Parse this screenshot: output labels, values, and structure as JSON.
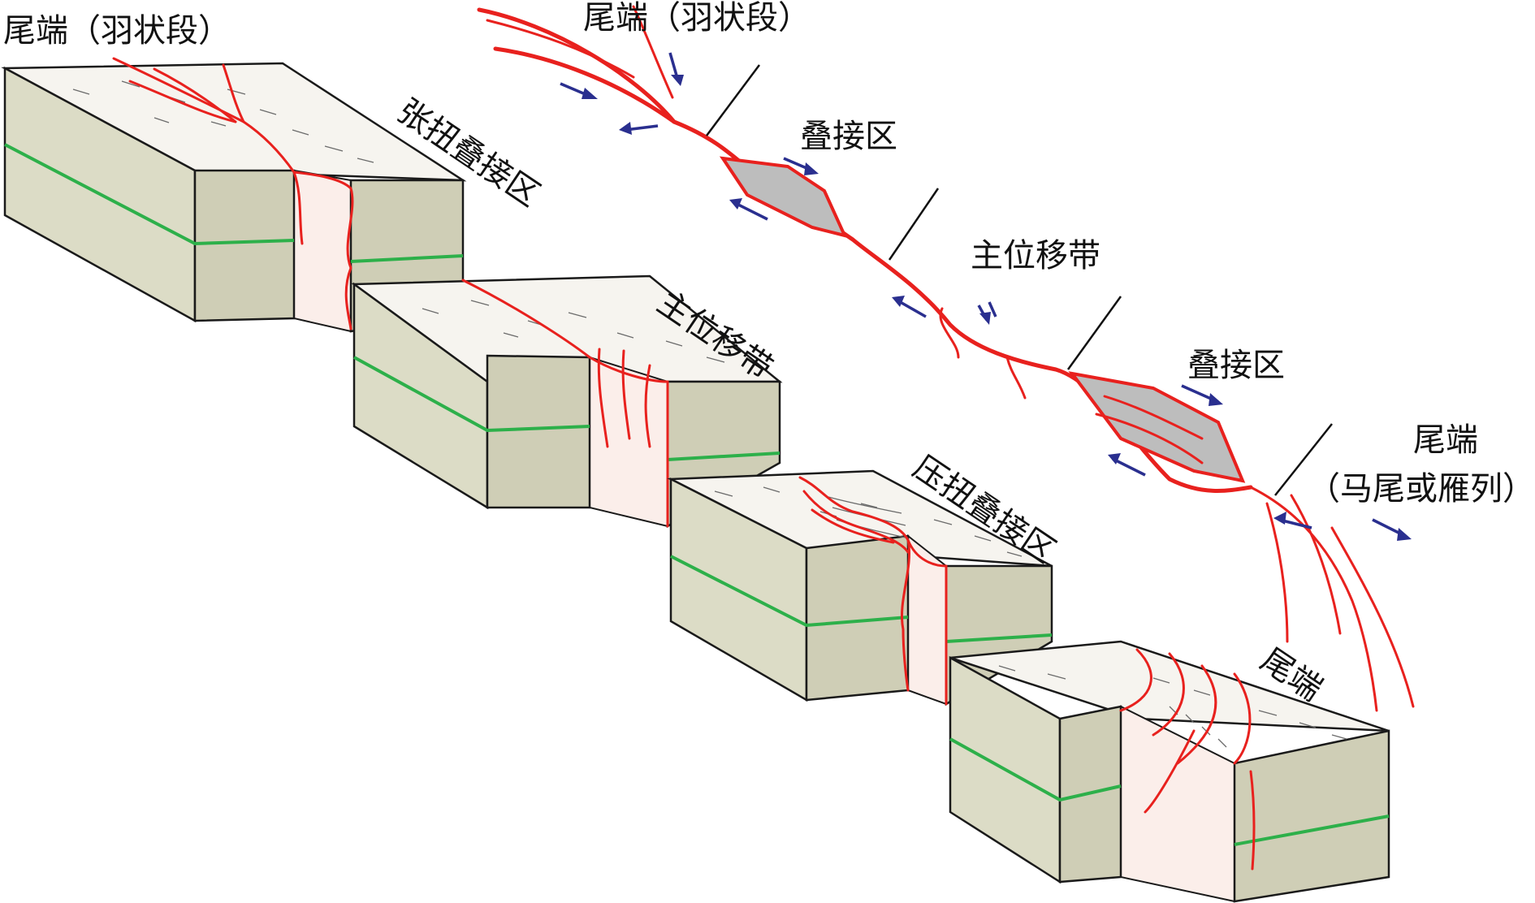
{
  "labels": {
    "block_tail_feather": "尾端（羽状段）",
    "block_transtensional": "张扭叠接区",
    "block_main_displacement": "主位移带",
    "block_transpressional": "压扭叠接区",
    "block_tail": "尾端",
    "map_tail_feather": "尾端（羽状段）",
    "map_overlap_1": "叠接区",
    "map_main_displacement": "主位移带",
    "map_overlap_2": "叠接区",
    "map_tail_line1": "尾端",
    "map_tail_line2": "（马尾或雁列）"
  },
  "colors": {
    "fault": "#e8211e",
    "strata": "#2db04a",
    "slip_arrow": "#2a2f8f",
    "block_top": "#f6f4ef",
    "block_front": "#dcdcc6",
    "overlap_fill": "#bdbdbd"
  }
}
